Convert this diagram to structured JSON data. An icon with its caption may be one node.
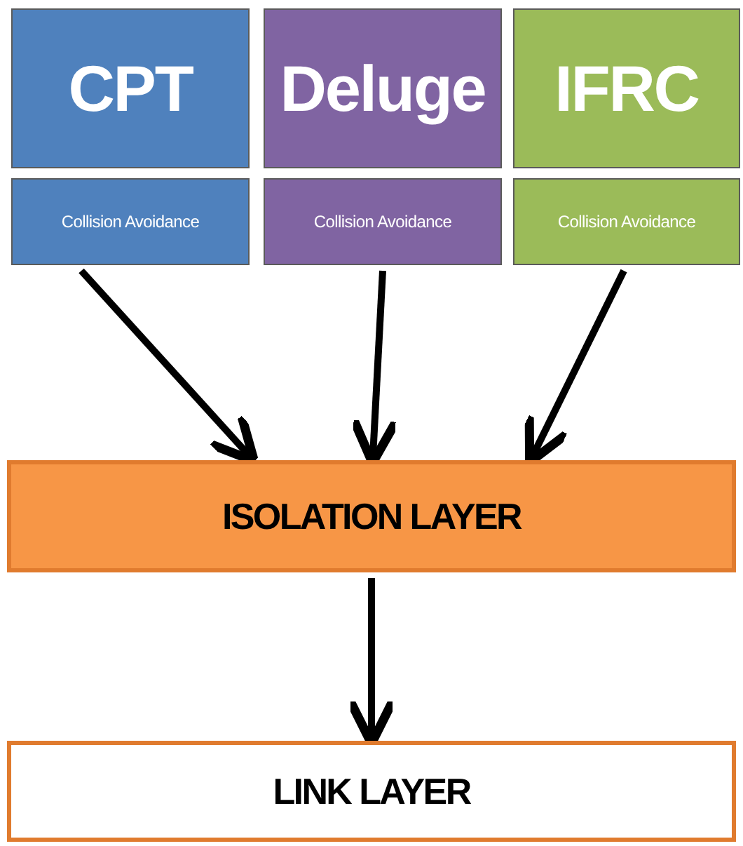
{
  "diagram": {
    "nodes": [
      {
        "text": [
          "CPT"
        ]
      },
      {
        "text": [
          "Collision Avoidance"
        ]
      },
      {
        "text": [
          "Deluge"
        ]
      },
      {
        "text": [
          "Collision Avoidance"
        ]
      },
      {
        "text": [
          "IFRC"
        ]
      },
      {
        "text": [
          "Collision Avoidance"
        ]
      },
      {
        "text": [
          "ISOLATION LAYER"
        ]
      },
      {
        "text": [
          "LINK LAYER"
        ]
      }
    ],
    "edges": [
      {
        "from": 1,
        "to": 6,
        "arrow": "to"
      },
      {
        "from": 3,
        "to": 6,
        "arrow": "to"
      },
      {
        "from": 5,
        "to": 6,
        "arrow": "to"
      },
      {
        "from": 6,
        "to": 7,
        "arrow": "to"
      }
    ]
  }
}
